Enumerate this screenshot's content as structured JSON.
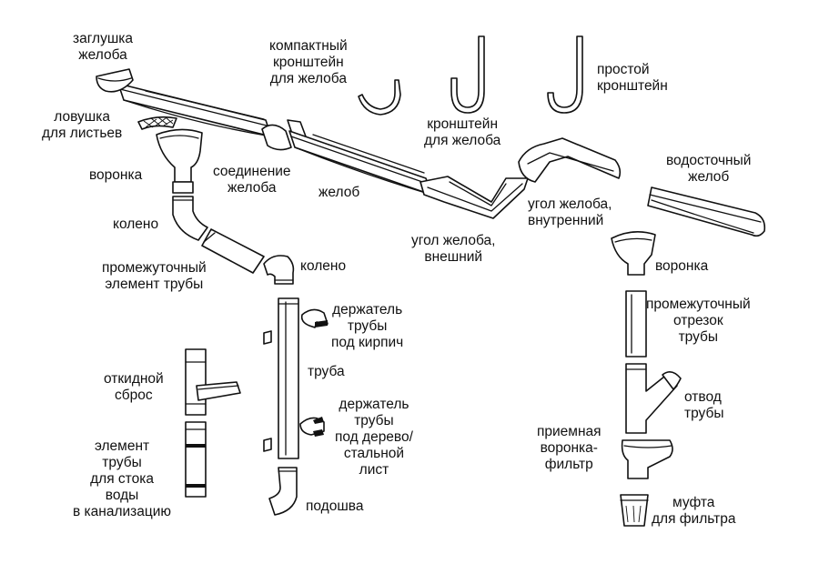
{
  "labels": {
    "gutter_cap": [
      "заглушка",
      "желоба"
    ],
    "leaf_trap": [
      "ловушка",
      "для листьев"
    ],
    "funnel_left": [
      "воронка"
    ],
    "elbow_left": [
      "колено"
    ],
    "intermediate_pipe_element": [
      "промежуточный",
      "элемент трубы"
    ],
    "elbow_right": [
      "колено"
    ],
    "gutter_joint": [
      "соединение",
      "желоба"
    ],
    "gutter": [
      "желоб"
    ],
    "compact_bracket": [
      "компактный",
      "кронштейн",
      "для желоба"
    ],
    "gutter_bracket": [
      "кронштейн",
      "для желоба"
    ],
    "simple_bracket": [
      "простой",
      "кронштейн"
    ],
    "outer_corner": [
      "угол желоба,",
      "внешний"
    ],
    "inner_corner": [
      "угол желоба,",
      "внутренний"
    ],
    "drain_gutter": [
      "водосточный",
      "желоб"
    ],
    "funnel_right": [
      "воронка"
    ],
    "pipe_holder_brick": [
      "держатель",
      "трубы",
      "под кирпич"
    ],
    "pipe": [
      "труба"
    ],
    "pipe_holder_wood": [
      "держатель",
      "трубы",
      "под дерево/",
      "стальной",
      "лист"
    ],
    "shoe": [
      "подошва"
    ],
    "flap_outlet": [
      "откидной",
      "сброс"
    ],
    "sewer_pipe_element": [
      "элемент",
      "трубы",
      "для стока",
      "воды",
      "в канализацию"
    ],
    "intermediate_pipe_section": [
      "промежуточный",
      "отрезок",
      "трубы"
    ],
    "pipe_branch": [
      "отвод",
      "трубы"
    ],
    "filter_funnel": [
      "приемная",
      "воронка-",
      "фильтр"
    ],
    "filter_coupling": [
      "муфта",
      "для фильтра"
    ]
  }
}
